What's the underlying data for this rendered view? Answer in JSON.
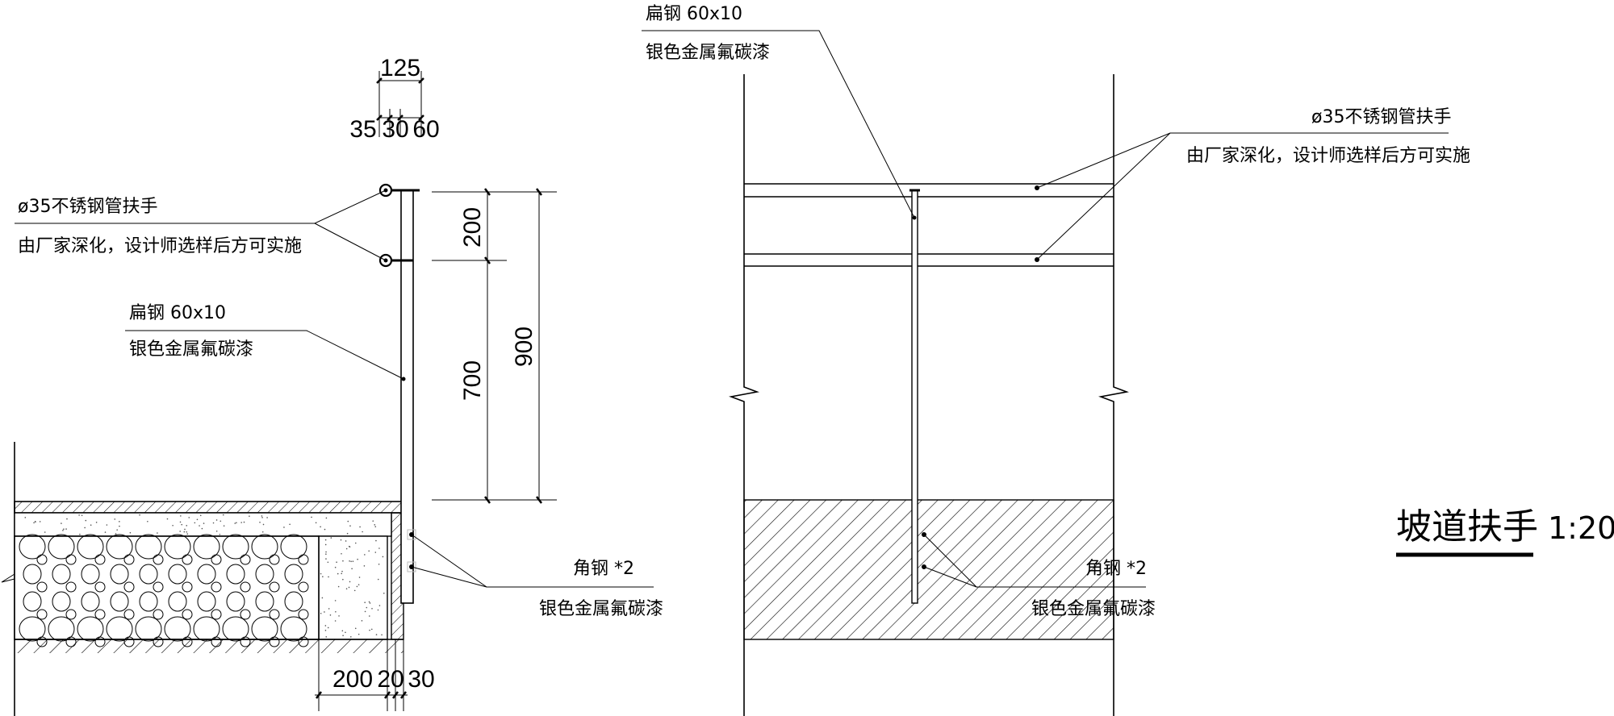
{
  "title": {
    "name": "坡道扶手",
    "scale": "1:20"
  },
  "section": {
    "dims_top": {
      "total": "125",
      "a": "35",
      "b": "30",
      "c": "60"
    },
    "dims_right": {
      "upper": "200",
      "lower": "700",
      "total": "900"
    },
    "dims_bottom": {
      "a": "200",
      "b": "20",
      "c": "30"
    },
    "handrail_label": {
      "line1": "ø35不锈钢管扶手",
      "line2": "由厂家深化，设计师选样后方可实施"
    },
    "flat_steel_label": {
      "line1": "扁钢 60x10",
      "line2": "银色金属氟碳漆"
    },
    "angle_steel_label": {
      "line1": "角钢 *2",
      "line2": "银色金属氟碳漆"
    }
  },
  "elevation": {
    "flat_steel_label": {
      "line1": "扁钢 60x10",
      "line2": "银色金属氟碳漆"
    },
    "handrail_label": {
      "line1": "ø35不锈钢管扶手",
      "line2": "由厂家深化，设计师选样后方可实施"
    },
    "angle_steel_label": {
      "line1": "角钢 *2",
      "line2": "银色金属氟碳漆"
    }
  }
}
